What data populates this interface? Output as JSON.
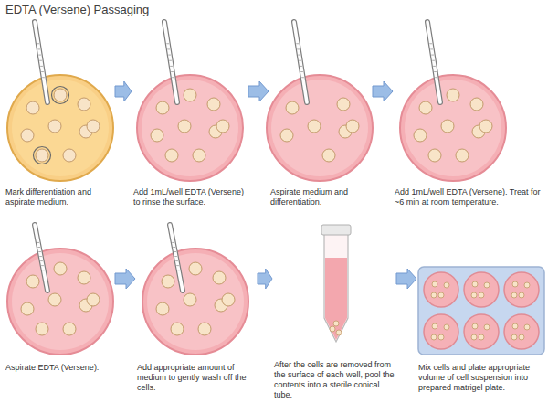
{
  "diagram": {
    "title": "EDTA (Versene) Passaging",
    "nodes": [
      {
        "text": [
          "Mark differentiation and aspirate medium."
        ]
      },
      {
        "text": [
          "Add 1mL/well EDTA (Versene) to rinse the surface."
        ]
      },
      {
        "text": [
          "Aspirate medium and differentiation."
        ]
      },
      {
        "text": [
          "Add 1mL/well EDTA (Versene). Treat for ~6 min at room temperature."
        ]
      },
      {
        "text": [
          "Aspirate EDTA (Versene)."
        ]
      },
      {
        "text": [
          "Add appropriate amount of medium to gently wash off the cells."
        ]
      },
      {
        "text": [
          "After the cells are removed from the surface of each well, pool the contents into a sterile conical tube."
        ]
      },
      {
        "text": [
          "Mix cells and plate appropriate volume of cell suspension into prepared matrigel plate."
        ]
      }
    ],
    "edges": [
      {
        "from": 0,
        "to": 1,
        "arrow": "to"
      },
      {
        "from": 1,
        "to": 2,
        "arrow": "to"
      },
      {
        "from": 2,
        "to": 3,
        "arrow": "to"
      },
      {
        "from": 4,
        "to": 5,
        "arrow": "to"
      },
      {
        "from": 5,
        "to": 6,
        "arrow": "to"
      },
      {
        "from": 6,
        "to": 7,
        "arrow": "to"
      }
    ]
  }
}
